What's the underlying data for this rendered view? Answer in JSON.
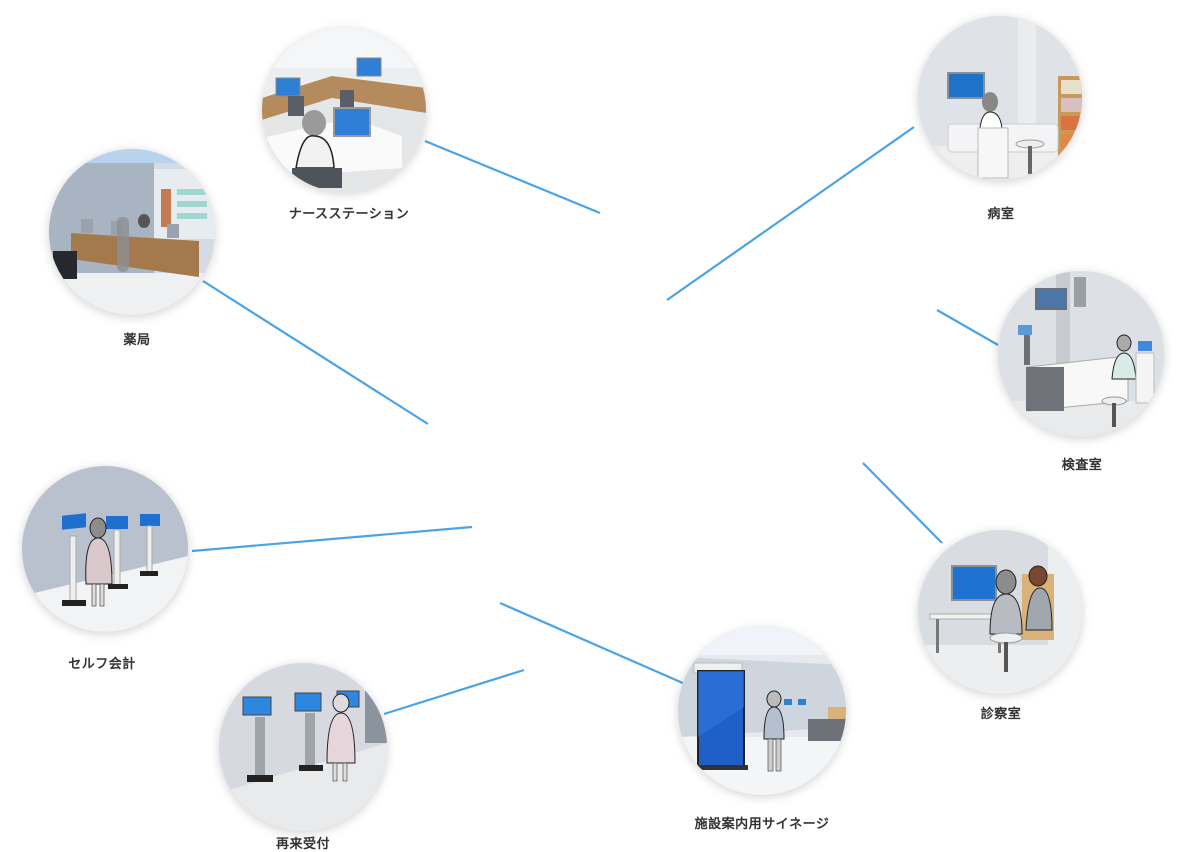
{
  "diagram": {
    "line_color": "#4aa3e6",
    "nodes": [
      {
        "id": "nurse-station",
        "label": "ナースステーション",
        "scene": "nurse station with desks and monitors"
      },
      {
        "id": "ward",
        "label": "病室",
        "scene": "hospital room with wall display and bookshelf"
      },
      {
        "id": "pharmacy",
        "label": "薬局",
        "scene": "pharmacy counter with shelves"
      },
      {
        "id": "exam-room",
        "label": "検査室",
        "scene": "examination room with bed and monitors"
      },
      {
        "id": "self-checkout",
        "label": "セルフ会計",
        "scene": "self checkout kiosks"
      },
      {
        "id": "consultation-room",
        "label": "診察室",
        "scene": "consultation room with large display"
      },
      {
        "id": "revisit-reception",
        "label": "再来受付",
        "scene": "reception kiosks"
      },
      {
        "id": "facility-signage",
        "label": "施設案内用サイネージ",
        "scene": "standing digital signage"
      }
    ]
  }
}
